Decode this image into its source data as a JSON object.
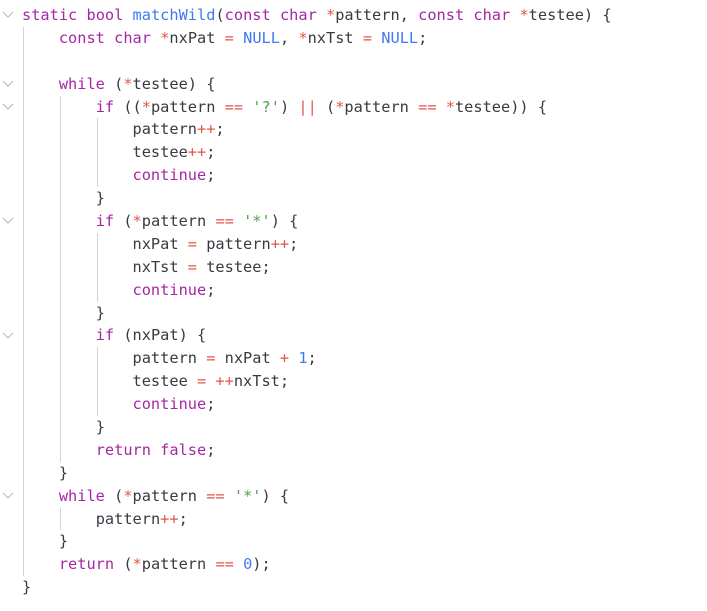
{
  "editor": {
    "lines": [
      {
        "indent": 0,
        "fold": true,
        "tokens": [
          {
            "t": "static",
            "c": "kw"
          },
          {
            "t": " ",
            "c": "pu"
          },
          {
            "t": "bool",
            "c": "ty"
          },
          {
            "t": " ",
            "c": "pu"
          },
          {
            "t": "matchWild",
            "c": "fn"
          },
          {
            "t": "(",
            "c": "pu"
          },
          {
            "t": "const",
            "c": "kw"
          },
          {
            "t": " ",
            "c": "pu"
          },
          {
            "t": "char",
            "c": "ty"
          },
          {
            "t": " ",
            "c": "pu"
          },
          {
            "t": "*",
            "c": "op"
          },
          {
            "t": "pattern, ",
            "c": "id"
          },
          {
            "t": "const",
            "c": "kw"
          },
          {
            "t": " ",
            "c": "pu"
          },
          {
            "t": "char",
            "c": "ty"
          },
          {
            "t": " ",
            "c": "pu"
          },
          {
            "t": "*",
            "c": "op"
          },
          {
            "t": "testee) {",
            "c": "id"
          }
        ]
      },
      {
        "indent": 1,
        "fold": false,
        "tokens": [
          {
            "t": "const",
            "c": "kw"
          },
          {
            "t": " ",
            "c": "pu"
          },
          {
            "t": "char",
            "c": "ty"
          },
          {
            "t": " ",
            "c": "pu"
          },
          {
            "t": "*",
            "c": "op"
          },
          {
            "t": "nxPat ",
            "c": "id"
          },
          {
            "t": "=",
            "c": "op"
          },
          {
            "t": " ",
            "c": "pu"
          },
          {
            "t": "NULL",
            "c": "nul"
          },
          {
            "t": ", ",
            "c": "pu"
          },
          {
            "t": "*",
            "c": "op"
          },
          {
            "t": "nxTst ",
            "c": "id"
          },
          {
            "t": "=",
            "c": "op"
          },
          {
            "t": " ",
            "c": "pu"
          },
          {
            "t": "NULL",
            "c": "nul"
          },
          {
            "t": ";",
            "c": "pu"
          }
        ]
      },
      {
        "indent": 0,
        "fold": false,
        "blank": true,
        "tokens": []
      },
      {
        "indent": 1,
        "fold": true,
        "tokens": [
          {
            "t": "while",
            "c": "kw"
          },
          {
            "t": " (",
            "c": "pu"
          },
          {
            "t": "*",
            "c": "op"
          },
          {
            "t": "testee) {",
            "c": "id"
          }
        ]
      },
      {
        "indent": 2,
        "fold": true,
        "tokens": [
          {
            "t": "if",
            "c": "kw"
          },
          {
            "t": " ((",
            "c": "pu"
          },
          {
            "t": "*",
            "c": "op"
          },
          {
            "t": "pattern ",
            "c": "id"
          },
          {
            "t": "==",
            "c": "op"
          },
          {
            "t": " ",
            "c": "pu"
          },
          {
            "t": "'?'",
            "c": "str"
          },
          {
            "t": ") ",
            "c": "pu"
          },
          {
            "t": "||",
            "c": "op"
          },
          {
            "t": " (",
            "c": "pu"
          },
          {
            "t": "*",
            "c": "op"
          },
          {
            "t": "pattern ",
            "c": "id"
          },
          {
            "t": "==",
            "c": "op"
          },
          {
            "t": " ",
            "c": "pu"
          },
          {
            "t": "*",
            "c": "op"
          },
          {
            "t": "testee)) {",
            "c": "id"
          }
        ]
      },
      {
        "indent": 3,
        "fold": false,
        "tokens": [
          {
            "t": "pattern",
            "c": "id"
          },
          {
            "t": "++",
            "c": "op"
          },
          {
            "t": ";",
            "c": "pu"
          }
        ]
      },
      {
        "indent": 3,
        "fold": false,
        "tokens": [
          {
            "t": "testee",
            "c": "id"
          },
          {
            "t": "++",
            "c": "op"
          },
          {
            "t": ";",
            "c": "pu"
          }
        ]
      },
      {
        "indent": 3,
        "fold": false,
        "tokens": [
          {
            "t": "continue",
            "c": "kw"
          },
          {
            "t": ";",
            "c": "pu"
          }
        ]
      },
      {
        "indent": 2,
        "fold": false,
        "tokens": [
          {
            "t": "}",
            "c": "pu"
          }
        ]
      },
      {
        "indent": 2,
        "fold": true,
        "tokens": [
          {
            "t": "if",
            "c": "kw"
          },
          {
            "t": " (",
            "c": "pu"
          },
          {
            "t": "*",
            "c": "op"
          },
          {
            "t": "pattern ",
            "c": "id"
          },
          {
            "t": "==",
            "c": "op"
          },
          {
            "t": " ",
            "c": "pu"
          },
          {
            "t": "'*'",
            "c": "str"
          },
          {
            "t": ") {",
            "c": "pu"
          }
        ]
      },
      {
        "indent": 3,
        "fold": false,
        "tokens": [
          {
            "t": "nxPat ",
            "c": "id"
          },
          {
            "t": "=",
            "c": "op"
          },
          {
            "t": " pattern",
            "c": "id"
          },
          {
            "t": "++",
            "c": "op"
          },
          {
            "t": ";",
            "c": "pu"
          }
        ]
      },
      {
        "indent": 3,
        "fold": false,
        "tokens": [
          {
            "t": "nxTst ",
            "c": "id"
          },
          {
            "t": "=",
            "c": "op"
          },
          {
            "t": " testee;",
            "c": "id"
          }
        ]
      },
      {
        "indent": 3,
        "fold": false,
        "tokens": [
          {
            "t": "continue",
            "c": "kw"
          },
          {
            "t": ";",
            "c": "pu"
          }
        ]
      },
      {
        "indent": 2,
        "fold": false,
        "tokens": [
          {
            "t": "}",
            "c": "pu"
          }
        ]
      },
      {
        "indent": 2,
        "fold": true,
        "tokens": [
          {
            "t": "if",
            "c": "kw"
          },
          {
            "t": " (nxPat) {",
            "c": "id"
          }
        ]
      },
      {
        "indent": 3,
        "fold": false,
        "tokens": [
          {
            "t": "pattern ",
            "c": "id"
          },
          {
            "t": "=",
            "c": "op"
          },
          {
            "t": " nxPat ",
            "c": "id"
          },
          {
            "t": "+",
            "c": "op"
          },
          {
            "t": " ",
            "c": "pu"
          },
          {
            "t": "1",
            "c": "num"
          },
          {
            "t": ";",
            "c": "pu"
          }
        ]
      },
      {
        "indent": 3,
        "fold": false,
        "tokens": [
          {
            "t": "testee ",
            "c": "id"
          },
          {
            "t": "=",
            "c": "op"
          },
          {
            "t": " ",
            "c": "pu"
          },
          {
            "t": "++",
            "c": "op"
          },
          {
            "t": "nxTst;",
            "c": "id"
          }
        ]
      },
      {
        "indent": 3,
        "fold": false,
        "tokens": [
          {
            "t": "continue",
            "c": "kw"
          },
          {
            "t": ";",
            "c": "pu"
          }
        ]
      },
      {
        "indent": 2,
        "fold": false,
        "tokens": [
          {
            "t": "}",
            "c": "pu"
          }
        ]
      },
      {
        "indent": 2,
        "fold": false,
        "tokens": [
          {
            "t": "return",
            "c": "kw"
          },
          {
            "t": " ",
            "c": "pu"
          },
          {
            "t": "false",
            "c": "bool"
          },
          {
            "t": ";",
            "c": "pu"
          }
        ]
      },
      {
        "indent": 1,
        "fold": false,
        "tokens": [
          {
            "t": "}",
            "c": "pu"
          }
        ]
      },
      {
        "indent": 1,
        "fold": true,
        "tokens": [
          {
            "t": "while",
            "c": "kw"
          },
          {
            "t": " (",
            "c": "pu"
          },
          {
            "t": "*",
            "c": "op"
          },
          {
            "t": "pattern ",
            "c": "id"
          },
          {
            "t": "==",
            "c": "op"
          },
          {
            "t": " ",
            "c": "pu"
          },
          {
            "t": "'*'",
            "c": "str"
          },
          {
            "t": ") {",
            "c": "pu"
          }
        ]
      },
      {
        "indent": 2,
        "fold": false,
        "tokens": [
          {
            "t": "pattern",
            "c": "id"
          },
          {
            "t": "++",
            "c": "op"
          },
          {
            "t": ";",
            "c": "pu"
          }
        ]
      },
      {
        "indent": 1,
        "fold": false,
        "tokens": [
          {
            "t": "}",
            "c": "pu"
          }
        ]
      },
      {
        "indent": 1,
        "fold": false,
        "tokens": [
          {
            "t": "return",
            "c": "kw"
          },
          {
            "t": " (",
            "c": "pu"
          },
          {
            "t": "*",
            "c": "op"
          },
          {
            "t": "pattern ",
            "c": "id"
          },
          {
            "t": "==",
            "c": "op"
          },
          {
            "t": " ",
            "c": "pu"
          },
          {
            "t": "0",
            "c": "num"
          },
          {
            "t": ");",
            "c": "pu"
          }
        ]
      },
      {
        "indent": 0,
        "fold": false,
        "tokens": [
          {
            "t": "}",
            "c": "pu"
          }
        ]
      }
    ],
    "colors": {
      "keyword": "#a626a4",
      "function": "#4078f2",
      "operator": "#e45649",
      "number": "#4078f2",
      "string": "#50a14f",
      "text": "#383a42",
      "indent_guide": "#d3d3d3",
      "fold_marker": "#b9bec6"
    }
  }
}
